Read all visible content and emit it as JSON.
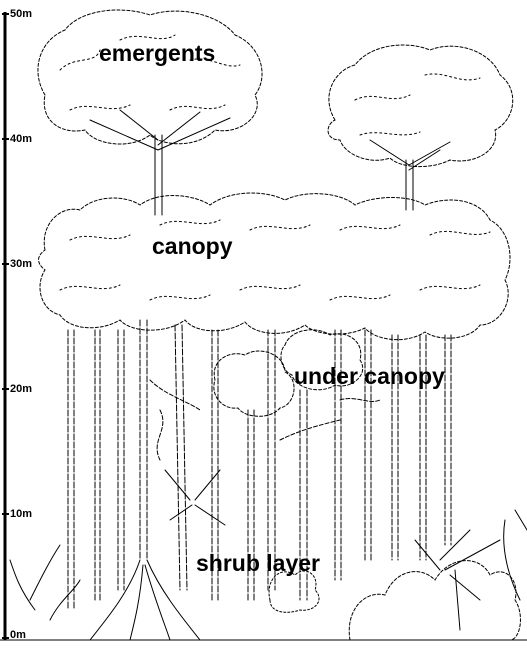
{
  "scale": {
    "unit": "m",
    "ticks": [
      "50m",
      "40m",
      "30m",
      "20m",
      "10m",
      "0m"
    ]
  },
  "layers": {
    "emergents": "emergents",
    "canopy": "canopy",
    "under_canopy": "under canopy",
    "shrub_layer": "shrub layer"
  },
  "colors": {
    "ink": "#000000",
    "background": "#ffffff"
  }
}
